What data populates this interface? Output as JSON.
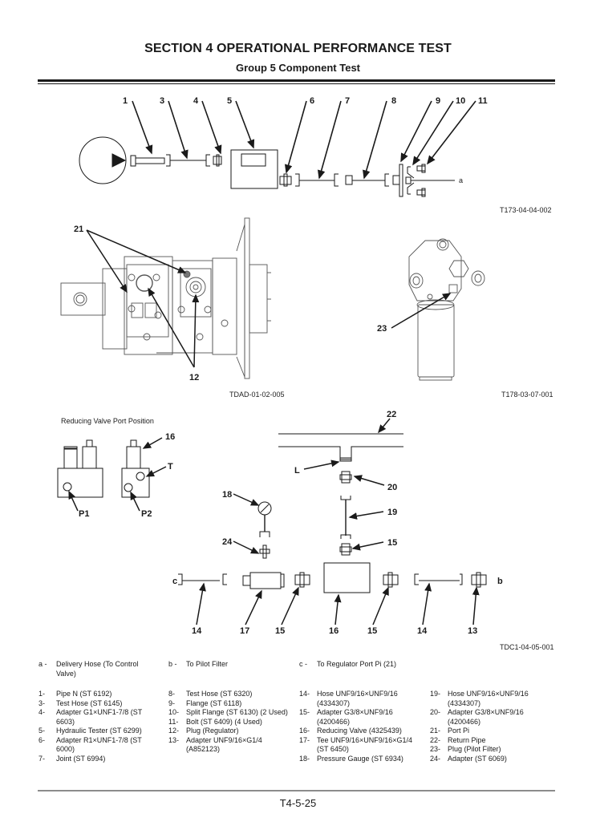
{
  "header": {
    "section_title": "SECTION 4 OPERATIONAL PERFORMANCE TEST",
    "group_title": "Group 5 Component Test"
  },
  "figures": {
    "fig1": {
      "caption": "T173-04-04-002",
      "callouts": [
        "1",
        "3",
        "4",
        "5",
        "6",
        "7",
        "8",
        "9",
        "10",
        "11"
      ],
      "end_label": "a"
    },
    "fig2": {
      "caption": "TDAD-01-02-005",
      "callouts": [
        "21",
        "12"
      ]
    },
    "fig3": {
      "caption": "T178-03-07-001",
      "callouts": [
        "23"
      ]
    },
    "fig4": {
      "title": "Reducing Valve Port Position",
      "callouts": [
        "16",
        "T",
        "P1",
        "P2"
      ]
    },
    "fig5": {
      "caption": "TDC1-04-05-001",
      "top_callouts": [
        "22",
        "L",
        "20",
        "18",
        "19",
        "24",
        "15"
      ],
      "bottom_callouts": [
        "14",
        "17",
        "15",
        "16",
        "15",
        "14",
        "13"
      ],
      "end_labels": [
        "c",
        "b"
      ]
    }
  },
  "legend": {
    "letters": [
      {
        "key": "a -",
        "text": "Delivery Hose (To Control Valve)"
      },
      {
        "key": "b -",
        "text": "To Pilot Filter"
      },
      {
        "key": "c -",
        "text": "To Regulator Port Pi (21)"
      }
    ],
    "columns": [
      [
        {
          "key": "1-",
          "text": "Pipe N (ST 6192)"
        },
        {
          "key": "3-",
          "text": "Test Hose (ST 6145)"
        },
        {
          "key": "4-",
          "text": "Adapter G1×UNF1-7/8 (ST 6603)"
        },
        {
          "key": "5-",
          "text": "Hydraulic Tester (ST 6299)"
        },
        {
          "key": "6-",
          "text": "Adapter R1×UNF1-7/8 (ST 6000)"
        },
        {
          "key": "7-",
          "text": "Joint (ST 6994)"
        }
      ],
      [
        {
          "key": "8-",
          "text": "Test Hose (ST 6320)"
        },
        {
          "key": "9-",
          "text": "Flange (ST 6118)"
        },
        {
          "key": "10-",
          "text": "Split Flange (ST 6130) (2 Used)"
        },
        {
          "key": "11-",
          "text": "Bolt (ST 6409) (4 Used)"
        },
        {
          "key": "12-",
          "text": "Plug (Regulator)"
        },
        {
          "key": "13-",
          "text": "Adapter UNF9/16×G1/4 (A852123)"
        }
      ],
      [
        {
          "key": "14-",
          "text": "Hose UNF9/16×UNF9/16 (4334307)"
        },
        {
          "key": "15-",
          "text": "Adapter G3/8×UNF9/16 (4200466)"
        },
        {
          "key": "16-",
          "text": "Reducing Valve (4325439)"
        },
        {
          "key": "17-",
          "text": "Tee UNF9/16×UNF9/16×G1/4 (ST 6450)"
        },
        {
          "key": "18-",
          "text": "Pressure Gauge (ST 6934)"
        }
      ],
      [
        {
          "key": "19-",
          "text": "Hose UNF9/16×UNF9/16 (4334307)"
        },
        {
          "key": "20-",
          "text": "Adapter G3/8×UNF9/16 (4200466)"
        },
        {
          "key": "21-",
          "text": "Port Pi"
        },
        {
          "key": "22-",
          "text": "Return Pipe"
        },
        {
          "key": "23-",
          "text": "Plug (Pilot Filter)"
        },
        {
          "key": "24-",
          "text": "Adapter (ST 6069)"
        }
      ]
    ]
  },
  "footer": {
    "page_number": "T4-5-25"
  }
}
